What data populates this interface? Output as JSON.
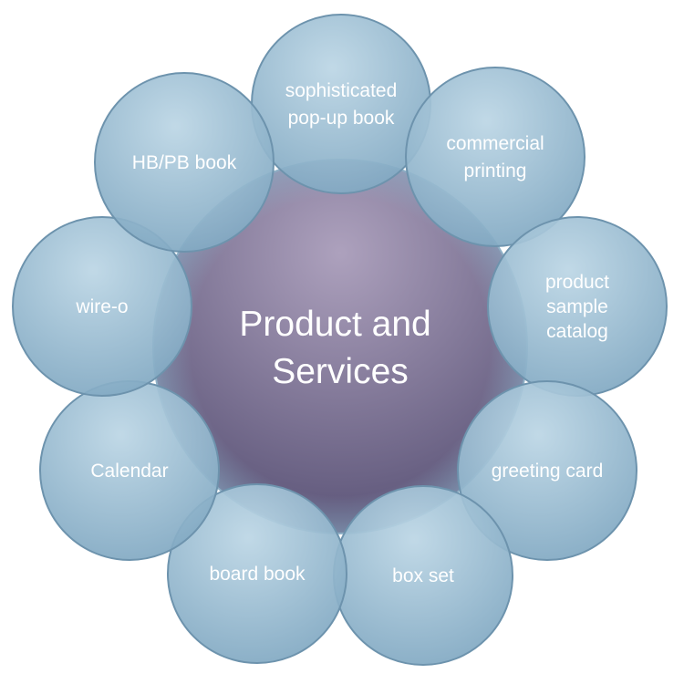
{
  "diagram": {
    "center": {
      "lines": [
        "Product  and",
        "Services"
      ]
    },
    "petals": [
      {
        "id": "sophisticated-popup-book",
        "lines": [
          "sophisticated",
          "pop-up book"
        ]
      },
      {
        "id": "commercial-printing",
        "lines": [
          "commercial",
          "printing"
        ]
      },
      {
        "id": "product-sample-catalog",
        "lines": [
          "product",
          "sample",
          "catalog"
        ]
      },
      {
        "id": "greeting-card",
        "lines": [
          "greeting card"
        ]
      },
      {
        "id": "box-set",
        "lines": [
          "box set"
        ]
      },
      {
        "id": "board-book",
        "lines": [
          "board book"
        ]
      },
      {
        "id": "calendar",
        "lines": [
          "Calendar"
        ]
      },
      {
        "id": "wire-o",
        "lines": [
          "wire-o"
        ]
      },
      {
        "id": "hb-pb-book",
        "lines": [
          "HB/PB book"
        ]
      }
    ],
    "colors": {
      "petal_fill_top": "#b3d0e0",
      "petal_fill_bottom": "#7fa7c1",
      "petal_stroke": "#6d93ad",
      "center_fill_top": "#a99cb9",
      "center_fill_bottom": "#5b5478",
      "text": "#ffffff"
    }
  }
}
